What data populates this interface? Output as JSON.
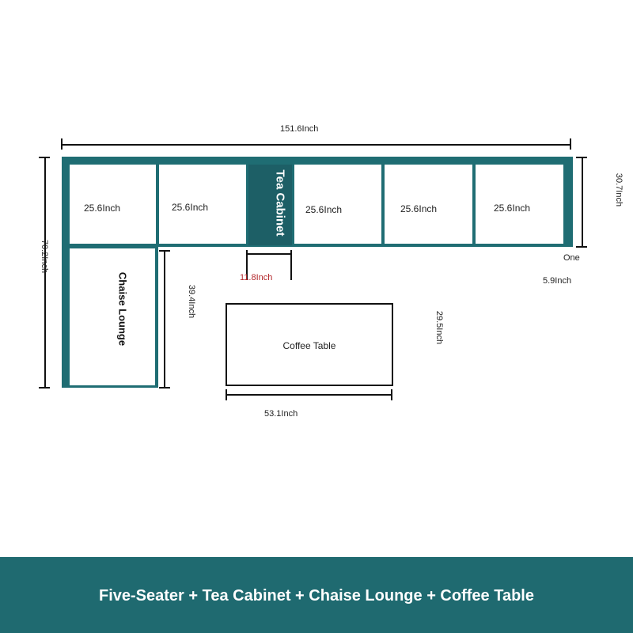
{
  "dimensions": {
    "total_width": "151.6Inch",
    "seat_depth": "30.7Inch",
    "total_depth": "70.2Inch",
    "chaise_length": "39.4Inch",
    "cabinet_width": "11.8Inch",
    "end_panel": "5.9Inch",
    "table_width": "53.1Inch",
    "table_depth": "29.5Inch"
  },
  "seats": [
    "25.6Inch",
    "25.6Inch",
    "25.6Inch",
    "25.6Inch",
    "25.6Inch"
  ],
  "pieces": {
    "tea_cabinet": "Tea Cabinet",
    "chaise_lounge": "Chaise Lounge",
    "coffee_table": "Coffee Table",
    "end_label": "One"
  },
  "colors": {
    "frame": "#1f6d73",
    "footer": "#1f6a70",
    "accent": "#b3262a"
  },
  "footer": {
    "title": "Five-Seater + Tea Cabinet + Chaise Lounge + Coffee Table"
  }
}
